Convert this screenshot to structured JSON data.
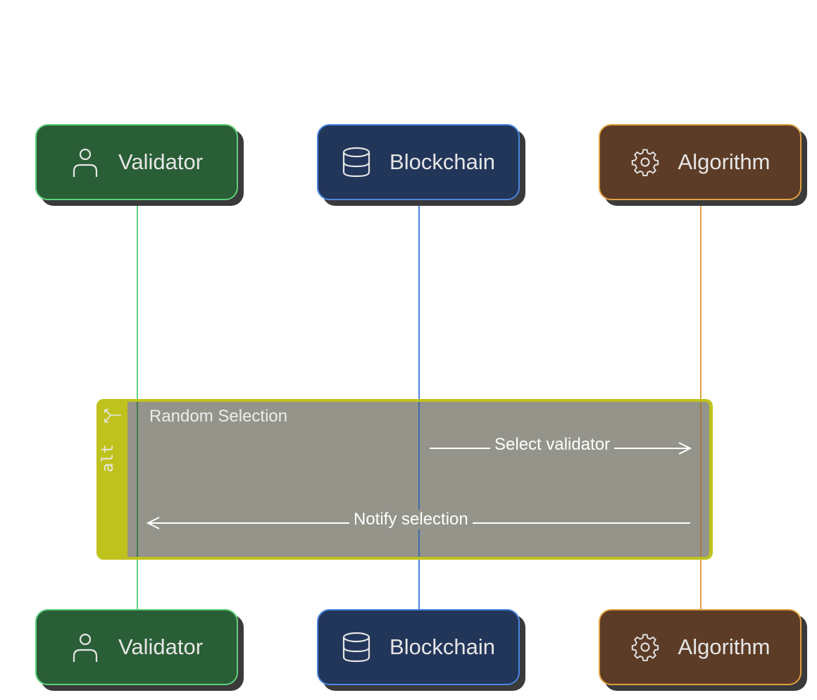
{
  "diagram": {
    "type": "sequence",
    "participants": [
      {
        "id": "validator",
        "label": "Validator",
        "icon": "user-icon",
        "fill": "#2a5e36",
        "border": "#5dd07a",
        "lifeline": "#5dd07a"
      },
      {
        "id": "blockchain",
        "label": "Blockchain",
        "icon": "database-icon",
        "fill": "#22365a",
        "border": "#4a86e0",
        "lifeline": "#4a86e0"
      },
      {
        "id": "algorithm",
        "label": "Algorithm",
        "icon": "gear-icon",
        "fill": "#5c3c26",
        "border": "#e0a040",
        "lifeline": "#e0a040"
      }
    ],
    "fragment": {
      "operator": "alt",
      "title": "Random Selection",
      "fill": "#95948b",
      "border": "#bfc21c"
    },
    "messages": [
      {
        "from": "blockchain",
        "to": "algorithm",
        "label": "Select validator"
      },
      {
        "from": "algorithm",
        "to": "validator",
        "label": "Notify selection"
      }
    ]
  }
}
